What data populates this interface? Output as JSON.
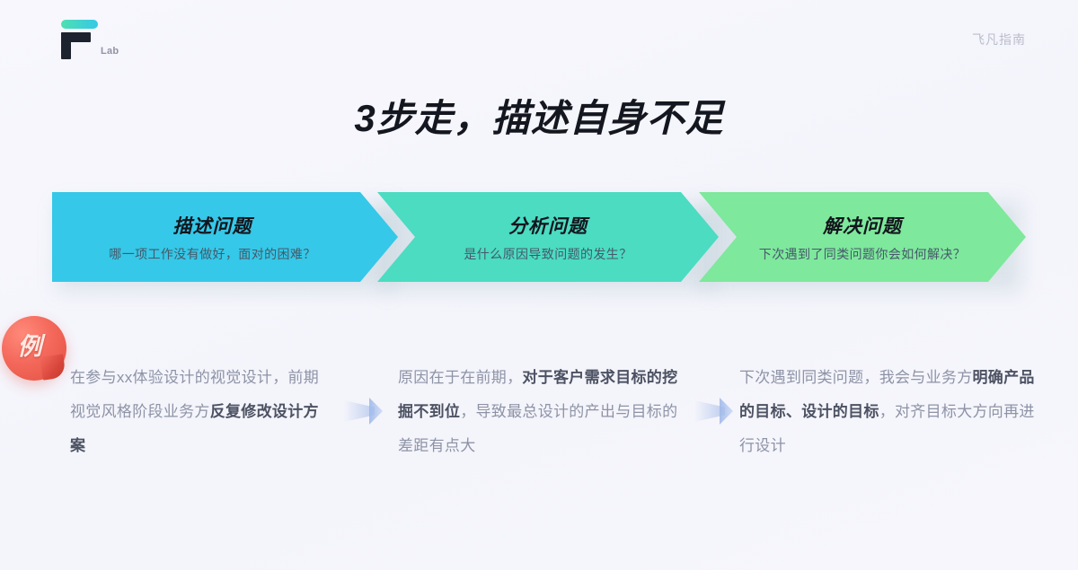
{
  "header": {
    "logo_wordmark": "Lab",
    "logo_icon": "f-lab-logo-icon",
    "corner_note": "飞凡指南"
  },
  "title": "3步走，描述自身不足",
  "badge": {
    "label": "例"
  },
  "banners": [
    {
      "title": "描述问题",
      "subtitle": "哪一项工作没有做好，面对的困难？",
      "color": "#35c8e8"
    },
    {
      "title": "分析问题",
      "subtitle": "是什么原因导致问题的发生？",
      "color": "#4bdcc2"
    },
    {
      "title": "解决问题",
      "subtitle": "下次遇到了同类问题你会如何解决？",
      "color": "#7ee89c"
    }
  ],
  "columns": [
    {
      "lead": "在参与xx体验设计的视觉设计，前期视觉风格阶段业务方",
      "emphasis": "反复修改设计方案",
      "tail": ""
    },
    {
      "lead": "原因在于在前期，",
      "emphasis": "对于客户需求目标的挖掘不到位",
      "tail": "，导致最总设计的产出与目标的差距有点大"
    },
    {
      "lead": "下次遇到同类问题，我会与业务方",
      "emphasis": "明确产品的目标、设计的目标",
      "tail": "，对齐目标大方向再进行设计"
    }
  ],
  "connectors": {
    "icon": "chevron-right-icon",
    "count": 2
  },
  "theme": {
    "background": "#f5f5fc",
    "title_color": "#14171f",
    "body_text_color": "#8d93a6",
    "emphasis_color": "#4c5263",
    "badge_color": "#e2503f"
  }
}
